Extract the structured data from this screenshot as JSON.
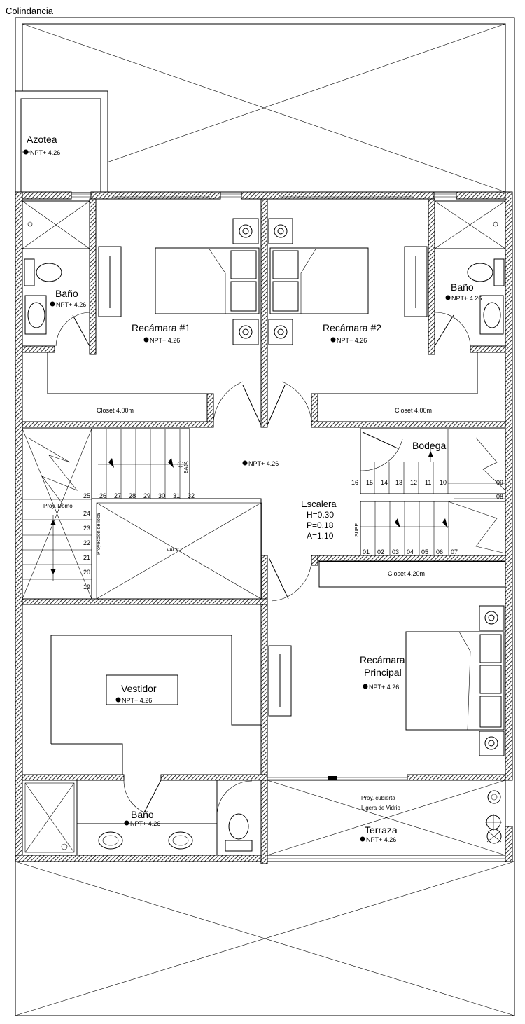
{
  "header": {
    "colindancia": "Colindancia"
  },
  "rooms": {
    "azotea": {
      "name": "Azotea",
      "level": "NPT+ 4.26"
    },
    "bano_left": {
      "name": "Baño",
      "level": "NPT+ 4.26"
    },
    "bano_right": {
      "name": "Baño",
      "level": "NPT+ 4.26"
    },
    "recamara1": {
      "name": "Recámara #1",
      "level": "NPT+ 4.26"
    },
    "recamara2": {
      "name": "Recámara #2",
      "level": "NPT+ 4.26"
    },
    "closet_left": {
      "name": "Closet 4.00m"
    },
    "closet_right": {
      "name": "Closet 4.00m"
    },
    "hall": {
      "level": "NPT+ 4.26"
    },
    "bodega": {
      "name": "Bodega"
    },
    "escalera": {
      "name": "Escalera",
      "h": "H=0.30",
      "p": "P=0.18",
      "a": "A=1.10"
    },
    "closet_principal": {
      "name": "Closet 4.20m"
    },
    "recamara_principal": {
      "line1": "Recámara",
      "line2": "Principal",
      "level": "NPT+ 4.26"
    },
    "vestidor": {
      "name": "Vestidor",
      "level": "NPT+ 4.26"
    },
    "bano_main": {
      "name": "Baño",
      "level": "NPT+ 4.26"
    },
    "terraza": {
      "name": "Terraza",
      "level": "NPT+ 4.26",
      "proy1": "Proy. cubierta",
      "proy2": "Ligera de Vidrio"
    }
  },
  "stairs": {
    "baja": "BAJA",
    "sube": "SUBE",
    "vacio": "VACIO",
    "proy_domo": "Proy. Domo",
    "proy_losa": "Proyección de losa",
    "upper_steps": [
      "26",
      "27",
      "28",
      "29",
      "30",
      "31",
      "32"
    ],
    "left_steps": [
      "25",
      "24",
      "23",
      "22",
      "21",
      "20",
      "19"
    ],
    "top_right_steps": [
      "16",
      "15",
      "14",
      "13",
      "12",
      "11",
      "10"
    ],
    "right_side_steps": [
      "09",
      "08"
    ],
    "bottom_steps": [
      "01",
      "02",
      "03",
      "04",
      "05",
      "06",
      "07"
    ]
  }
}
